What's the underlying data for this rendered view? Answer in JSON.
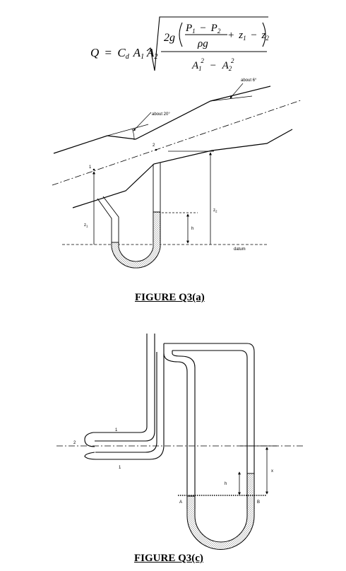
{
  "equation": {
    "lhs": "Q",
    "eq": "=",
    "cd_base": "C",
    "cd_sub": "d",
    "a1_base": "A",
    "a1_sub": "1",
    "a2_base": "A",
    "a2_sub": "2",
    "two_g": "2g",
    "p1_base": "P",
    "p1_sub": "1",
    "minus": "−",
    "p2_base": "P",
    "p2_sub": "2",
    "rho_g": "ρg",
    "plus": "+",
    "z1_base": "z",
    "z1_sub": "1",
    "z2_base": "z",
    "z2_sub": "2",
    "den_a1_base": "A",
    "den_a1_sub": "1",
    "den_a1_exp": "2",
    "den_a2_base": "A",
    "den_a2_sub": "2",
    "den_a2_exp": "2"
  },
  "figure_a": {
    "angle_large": "about 20°",
    "angle_small": "about 6°",
    "point_1": "1",
    "point_2": "2",
    "z1_base": "z",
    "z1_sub": "1",
    "z2_base": "z",
    "z2_sub": "2",
    "h": "h",
    "datum": "datum",
    "caption": "FIGURE Q3(a)"
  },
  "figure_c": {
    "label_1_top": "1",
    "label_1_bottom": "1",
    "label_2": "2",
    "label_h": "h",
    "label_x": "x",
    "label_A": "A",
    "label_B": "B",
    "caption": "FIGURE Q3(c)"
  }
}
